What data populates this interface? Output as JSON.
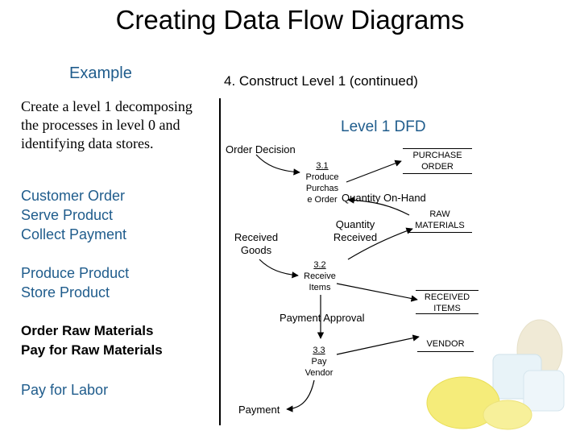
{
  "title": "Creating Data Flow Diagrams",
  "left": {
    "example": "Example",
    "description": "Create a level 1 decomposing the processes in level 0 and identifying data stores.",
    "groups": [
      [
        "Customer Order",
        "Serve Product",
        "Collect Payment"
      ],
      [
        "Produce Product",
        "Store Product"
      ],
      [
        "Order Raw Materials",
        "Pay for Raw Materials"
      ],
      [
        "Pay for Labor"
      ]
    ]
  },
  "right": {
    "step": "4.   Construct Level 1 (continued)",
    "level_label": "Level 1 DFD",
    "processes": [
      {
        "id": "3.1",
        "lines": [
          "Produce",
          "Purchas",
          "e Order"
        ]
      },
      {
        "id": "3.2",
        "lines": [
          "Receive",
          "Items"
        ]
      },
      {
        "id": "3.3",
        "lines": [
          "Pay",
          "Vendor"
        ]
      }
    ],
    "stores": [
      {
        "lines": [
          "PURCHASE",
          "ORDER"
        ]
      },
      {
        "lines": [
          "RAW",
          "MATERIALS"
        ]
      },
      {
        "lines": [
          "RECEIVED",
          "ITEMS"
        ]
      },
      {
        "lines": [
          "VENDOR"
        ]
      }
    ],
    "flows": {
      "order_decision": "Order Decision",
      "quantity_on_hand": "Quantity On-Hand",
      "quantity_received": [
        "Quantity",
        "Received"
      ],
      "received_goods": [
        "Received",
        "Goods"
      ],
      "payment_approval": "Payment  Approval",
      "payment": "Payment"
    }
  }
}
